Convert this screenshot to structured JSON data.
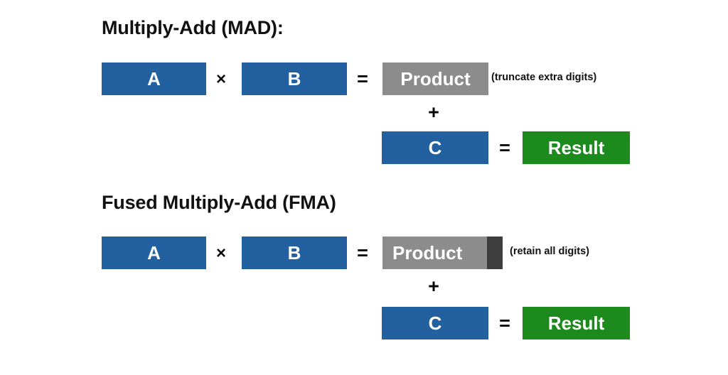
{
  "diagram": {
    "sections": [
      {
        "id": "mad",
        "title": "Multiply-Add (MAD):",
        "row1": {
          "a_label": "A",
          "times_symbol": "×",
          "b_label": "B",
          "equals_symbol": "=",
          "product_label": "Product",
          "note": "(truncate extra digits)"
        },
        "row2": {
          "plus_symbol": "+",
          "c_label": "C",
          "equals_symbol": "=",
          "result_label": "Result"
        }
      },
      {
        "id": "fma",
        "title": "Fused Multiply-Add (FMA)",
        "row1": {
          "a_label": "A",
          "times_symbol": "×",
          "b_label": "B",
          "equals_symbol": "=",
          "product_label": "Product",
          "note": "(retain all digits)"
        },
        "row2": {
          "plus_symbol": "+",
          "c_label": "C",
          "equals_symbol": "=",
          "result_label": "Result"
        }
      }
    ],
    "colors": {
      "operand_blue": "#23609f",
      "product_gray": "#8c8c8c",
      "extra_digits_dark": "#3d3d3d",
      "result_green": "#1d8a1d",
      "text_black": "#111111",
      "box_text_white": "#ffffff",
      "background": "#ffffff"
    }
  }
}
